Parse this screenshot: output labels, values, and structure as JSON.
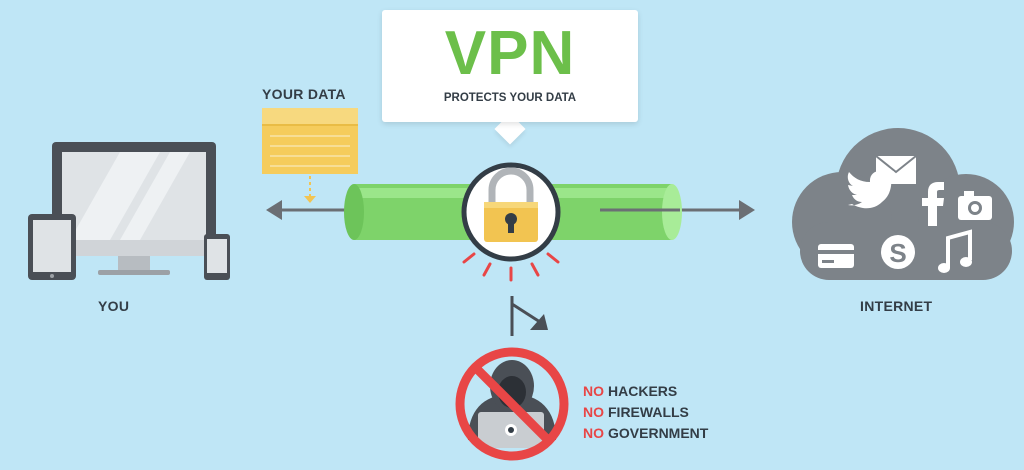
{
  "bubble": {
    "title": "VPN",
    "subtitle": "PROTECTS YOUR DATA"
  },
  "labels": {
    "you": "YOU",
    "internet": "INTERNET",
    "your_data": "YOUR DATA"
  },
  "blocked": [
    {
      "prefix": "NO",
      "item": "HACKERS"
    },
    {
      "prefix": "NO",
      "item": "FIREWALLS"
    },
    {
      "prefix": "NO",
      "item": "GOVERNMENT"
    }
  ],
  "colors": {
    "background": "#bfe6f6",
    "vpn_green": "#6cbf4a",
    "tunnel_green": "#7ed36a",
    "lock_gold": "#f2c451",
    "forbidden_red": "#e84646",
    "dark_text": "#333d46",
    "cloud_gray": "#7d8389",
    "device_gray": "#4a4f56"
  },
  "icons": [
    "desktop-monitor-icon",
    "tablet-icon",
    "phone-icon",
    "folder-icon",
    "padlock-icon",
    "mail-icon",
    "twitter-icon",
    "facebook-icon",
    "camera-icon",
    "credit-card-icon",
    "skype-icon",
    "music-note-icon",
    "hacker-icon",
    "forbidden-icon"
  ]
}
